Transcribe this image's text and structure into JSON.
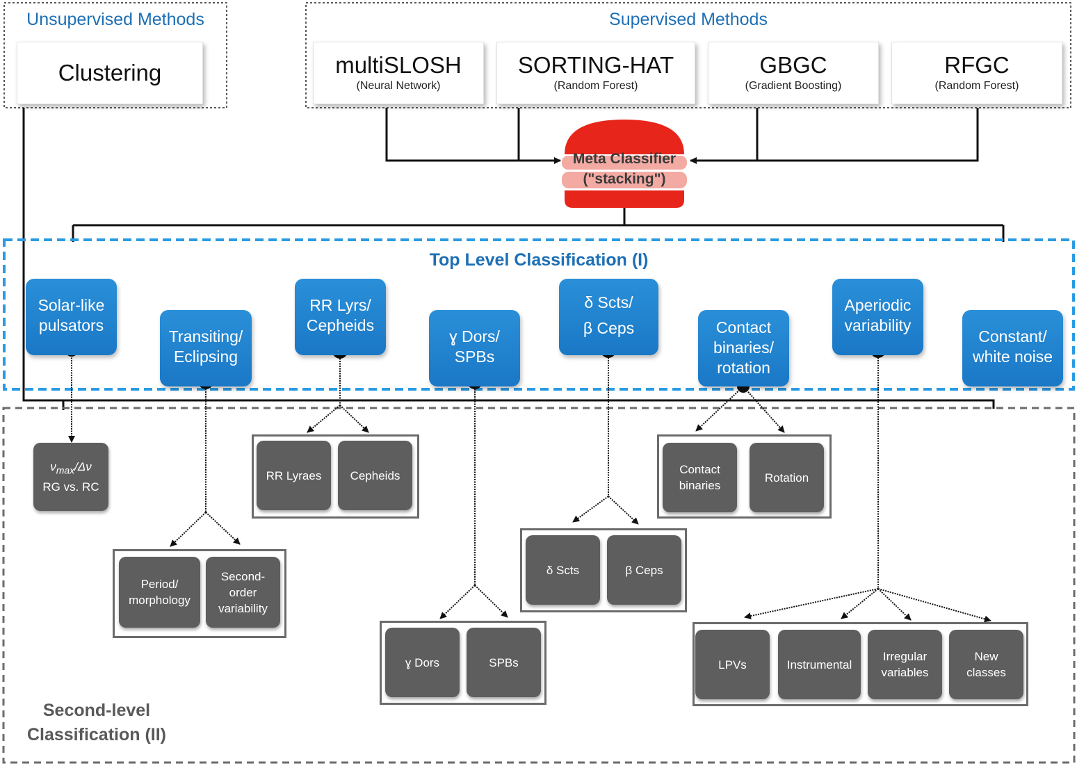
{
  "unsupervised": {
    "title": "Unsupervised Methods",
    "methods": [
      {
        "name": "Clustering"
      }
    ]
  },
  "supervised": {
    "title": "Supervised Methods",
    "methods": [
      {
        "name": "multiSLOSH",
        "sub": "(Neural Network)"
      },
      {
        "name": "SORTING-HAT",
        "sub": "(Random Forest)"
      },
      {
        "name": "GBGC",
        "sub": "(Gradient Boosting)"
      },
      {
        "name": "RFGC",
        "sub": "(Random Forest)"
      }
    ]
  },
  "meta": {
    "line1": "Meta Classifier",
    "line2": "(\"stacking\")"
  },
  "top_level": {
    "title": "Top Level Classification (I)",
    "classes": [
      {
        "line1": "Solar-like",
        "line2": "pulsators"
      },
      {
        "line1": "Transiting/",
        "line2": "Eclipsing"
      },
      {
        "line1": "RR Lyrs/",
        "line2": "Cepheids"
      },
      {
        "line1": "ɣ Dors/",
        "line2": "SPBs"
      },
      {
        "line1": "δ Scts/",
        "line2": "β Ceps"
      },
      {
        "line1": "Contact",
        "line2": "binaries/",
        "line3": "rotation"
      },
      {
        "line1": "Aperiodic",
        "line2": "variability"
      },
      {
        "line1": "Constant/",
        "line2": "white noise"
      }
    ]
  },
  "second_level": {
    "title_line1": "Second-level",
    "title_line2": "Classification (II)",
    "solar": {
      "numax": "ν",
      "numax_sub": "max",
      "slash": "/",
      "dnu": "Δν",
      "line2": "RG vs. RC"
    },
    "transiting": [
      {
        "line1": "Period/",
        "line2": "morphology"
      },
      {
        "line1": "Second-",
        "line2": "order",
        "line3": "variability"
      }
    ],
    "rrlyr": [
      {
        "line1": "RR Lyraes"
      },
      {
        "line1": "Cepheids"
      }
    ],
    "gdor": [
      {
        "line1": "ɣ Dors"
      },
      {
        "line1": "SPBs"
      }
    ],
    "dsct": [
      {
        "line1": "δ Scts"
      },
      {
        "line1": "β Ceps"
      }
    ],
    "contact": [
      {
        "line1": "Contact",
        "line2": "binaries"
      },
      {
        "line1": "Rotation"
      }
    ],
    "aperiodic": [
      {
        "line1": "LPVs"
      },
      {
        "line1": "Instrumental"
      },
      {
        "line1": "Irregular",
        "line2": "variables"
      },
      {
        "line1": "New",
        "line2": "classes"
      }
    ]
  },
  "colors": {
    "accent_blue": "#1d6fb5",
    "box_blue": "#1f82cf",
    "meta_red": "#e8251b",
    "meta_pink": "#f2aaa3",
    "box_grey": "#5e5e5e",
    "dash_grey": "#6b6b6b",
    "dash_blue": "#2a9be3"
  }
}
